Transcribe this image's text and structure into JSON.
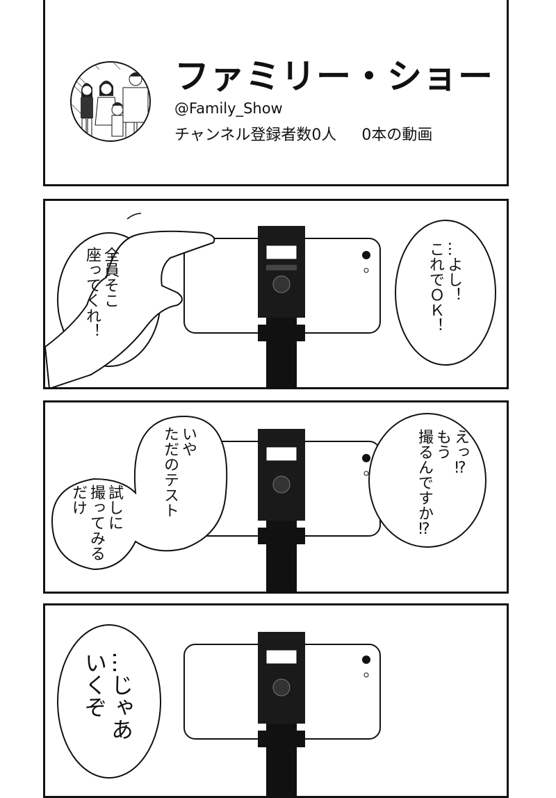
{
  "panel1": {
    "channel_title": "ファミリー・ショー",
    "handle": "@Family_Show",
    "subscribers": "チャンネル登録者数0人",
    "videos": "0本の動画"
  },
  "panel2": {
    "left_bubble": [
      "全員そこ",
      "座ってくれ！"
    ],
    "right_bubble": [
      "…よし！",
      "これでＯＫ！"
    ]
  },
  "panel3": {
    "right_bubble": [
      "えっ⁉",
      "もう",
      "撮るんですか⁉"
    ],
    "left_bubble": [
      "いや",
      "ただのテスト",
      "試しに",
      "撮ってみる",
      "だけ"
    ]
  },
  "panel4": {
    "bubble": [
      "…じゃあ",
      "いくぞ"
    ]
  }
}
